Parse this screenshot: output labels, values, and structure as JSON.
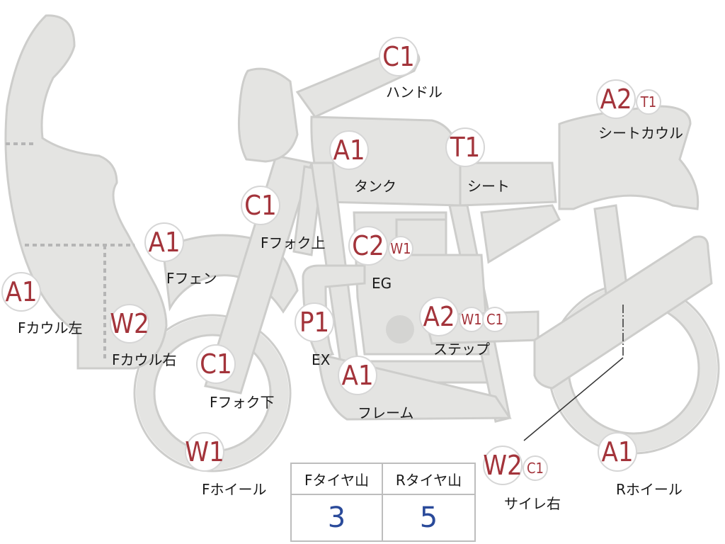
{
  "parts": [
    {
      "id": "handle",
      "grades": [
        "C1"
      ],
      "label": "ハンドル"
    },
    {
      "id": "seat-cowl",
      "grades": [
        "A2",
        "T1"
      ],
      "label": "シートカウル"
    },
    {
      "id": "tank",
      "grades": [
        "A1"
      ],
      "label": "タンク"
    },
    {
      "id": "seat",
      "grades": [
        "T1"
      ],
      "label": "シート"
    },
    {
      "id": "front-fork-upper",
      "grades": [
        "C1"
      ],
      "label": "Fフォク上"
    },
    {
      "id": "front-fender",
      "grades": [
        "A1"
      ],
      "label": "Fフェン"
    },
    {
      "id": "engine",
      "grades": [
        "C2",
        "W1"
      ],
      "label": "EG"
    },
    {
      "id": "front-cowl-left",
      "grades": [
        "A1"
      ],
      "label": "Fカウル左"
    },
    {
      "id": "front-cowl-right",
      "grades": [
        "W2"
      ],
      "label": "Fカウル右"
    },
    {
      "id": "exhaust",
      "grades": [
        "P1"
      ],
      "label": "EX"
    },
    {
      "id": "step",
      "grades": [
        "A2",
        "W1",
        "C1"
      ],
      "label": "ステップ"
    },
    {
      "id": "front-fork-lower",
      "grades": [
        "C1"
      ],
      "label": "Fフォク下"
    },
    {
      "id": "frame",
      "grades": [
        "A1"
      ],
      "label": "フレーム"
    },
    {
      "id": "front-wheel",
      "grades": [
        "W1"
      ],
      "label": "Fホイール"
    },
    {
      "id": "silencer-right",
      "grades": [
        "W2",
        "C1"
      ],
      "label": "サイレ右"
    },
    {
      "id": "rear-wheel",
      "grades": [
        "A1"
      ],
      "label": "Rホイール"
    }
  ],
  "tire_table": {
    "headers": [
      "Fタイヤ山",
      "Rタイヤ山"
    ],
    "values": [
      "3",
      "5"
    ]
  },
  "colors": {
    "body_fill": "#e4e4e2",
    "grade_text": "#a3343b",
    "tire_value": "#2a4a9a"
  }
}
